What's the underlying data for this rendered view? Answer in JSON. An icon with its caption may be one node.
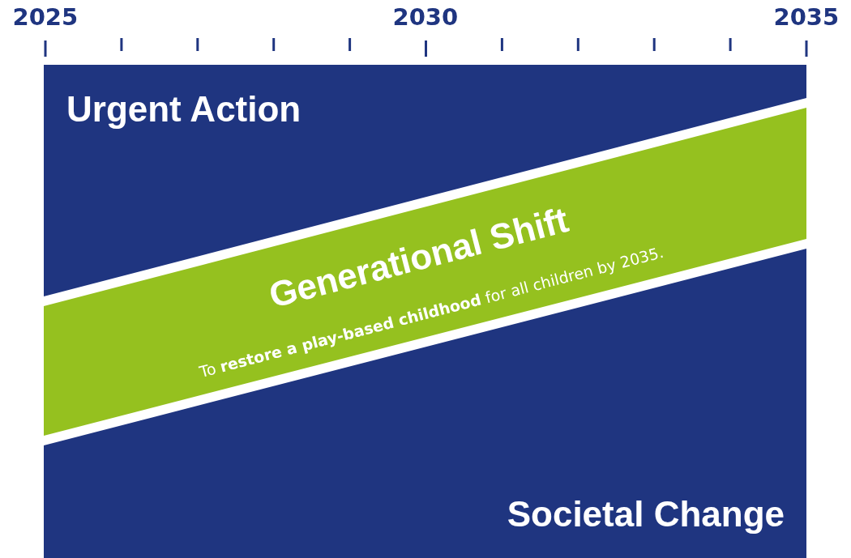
{
  "diagram": {
    "nodes": [
      {
        "text": [
          "Urgent Action"
        ]
      },
      {
        "text": [
          "Generational Shift",
          "To **restore a play-based childhood** for all children by 2035."
        ]
      },
      {
        "text": [
          "Societal Change"
        ]
      }
    ],
    "labels": [
      "2025",
      "2030",
      "2035"
    ]
  }
}
